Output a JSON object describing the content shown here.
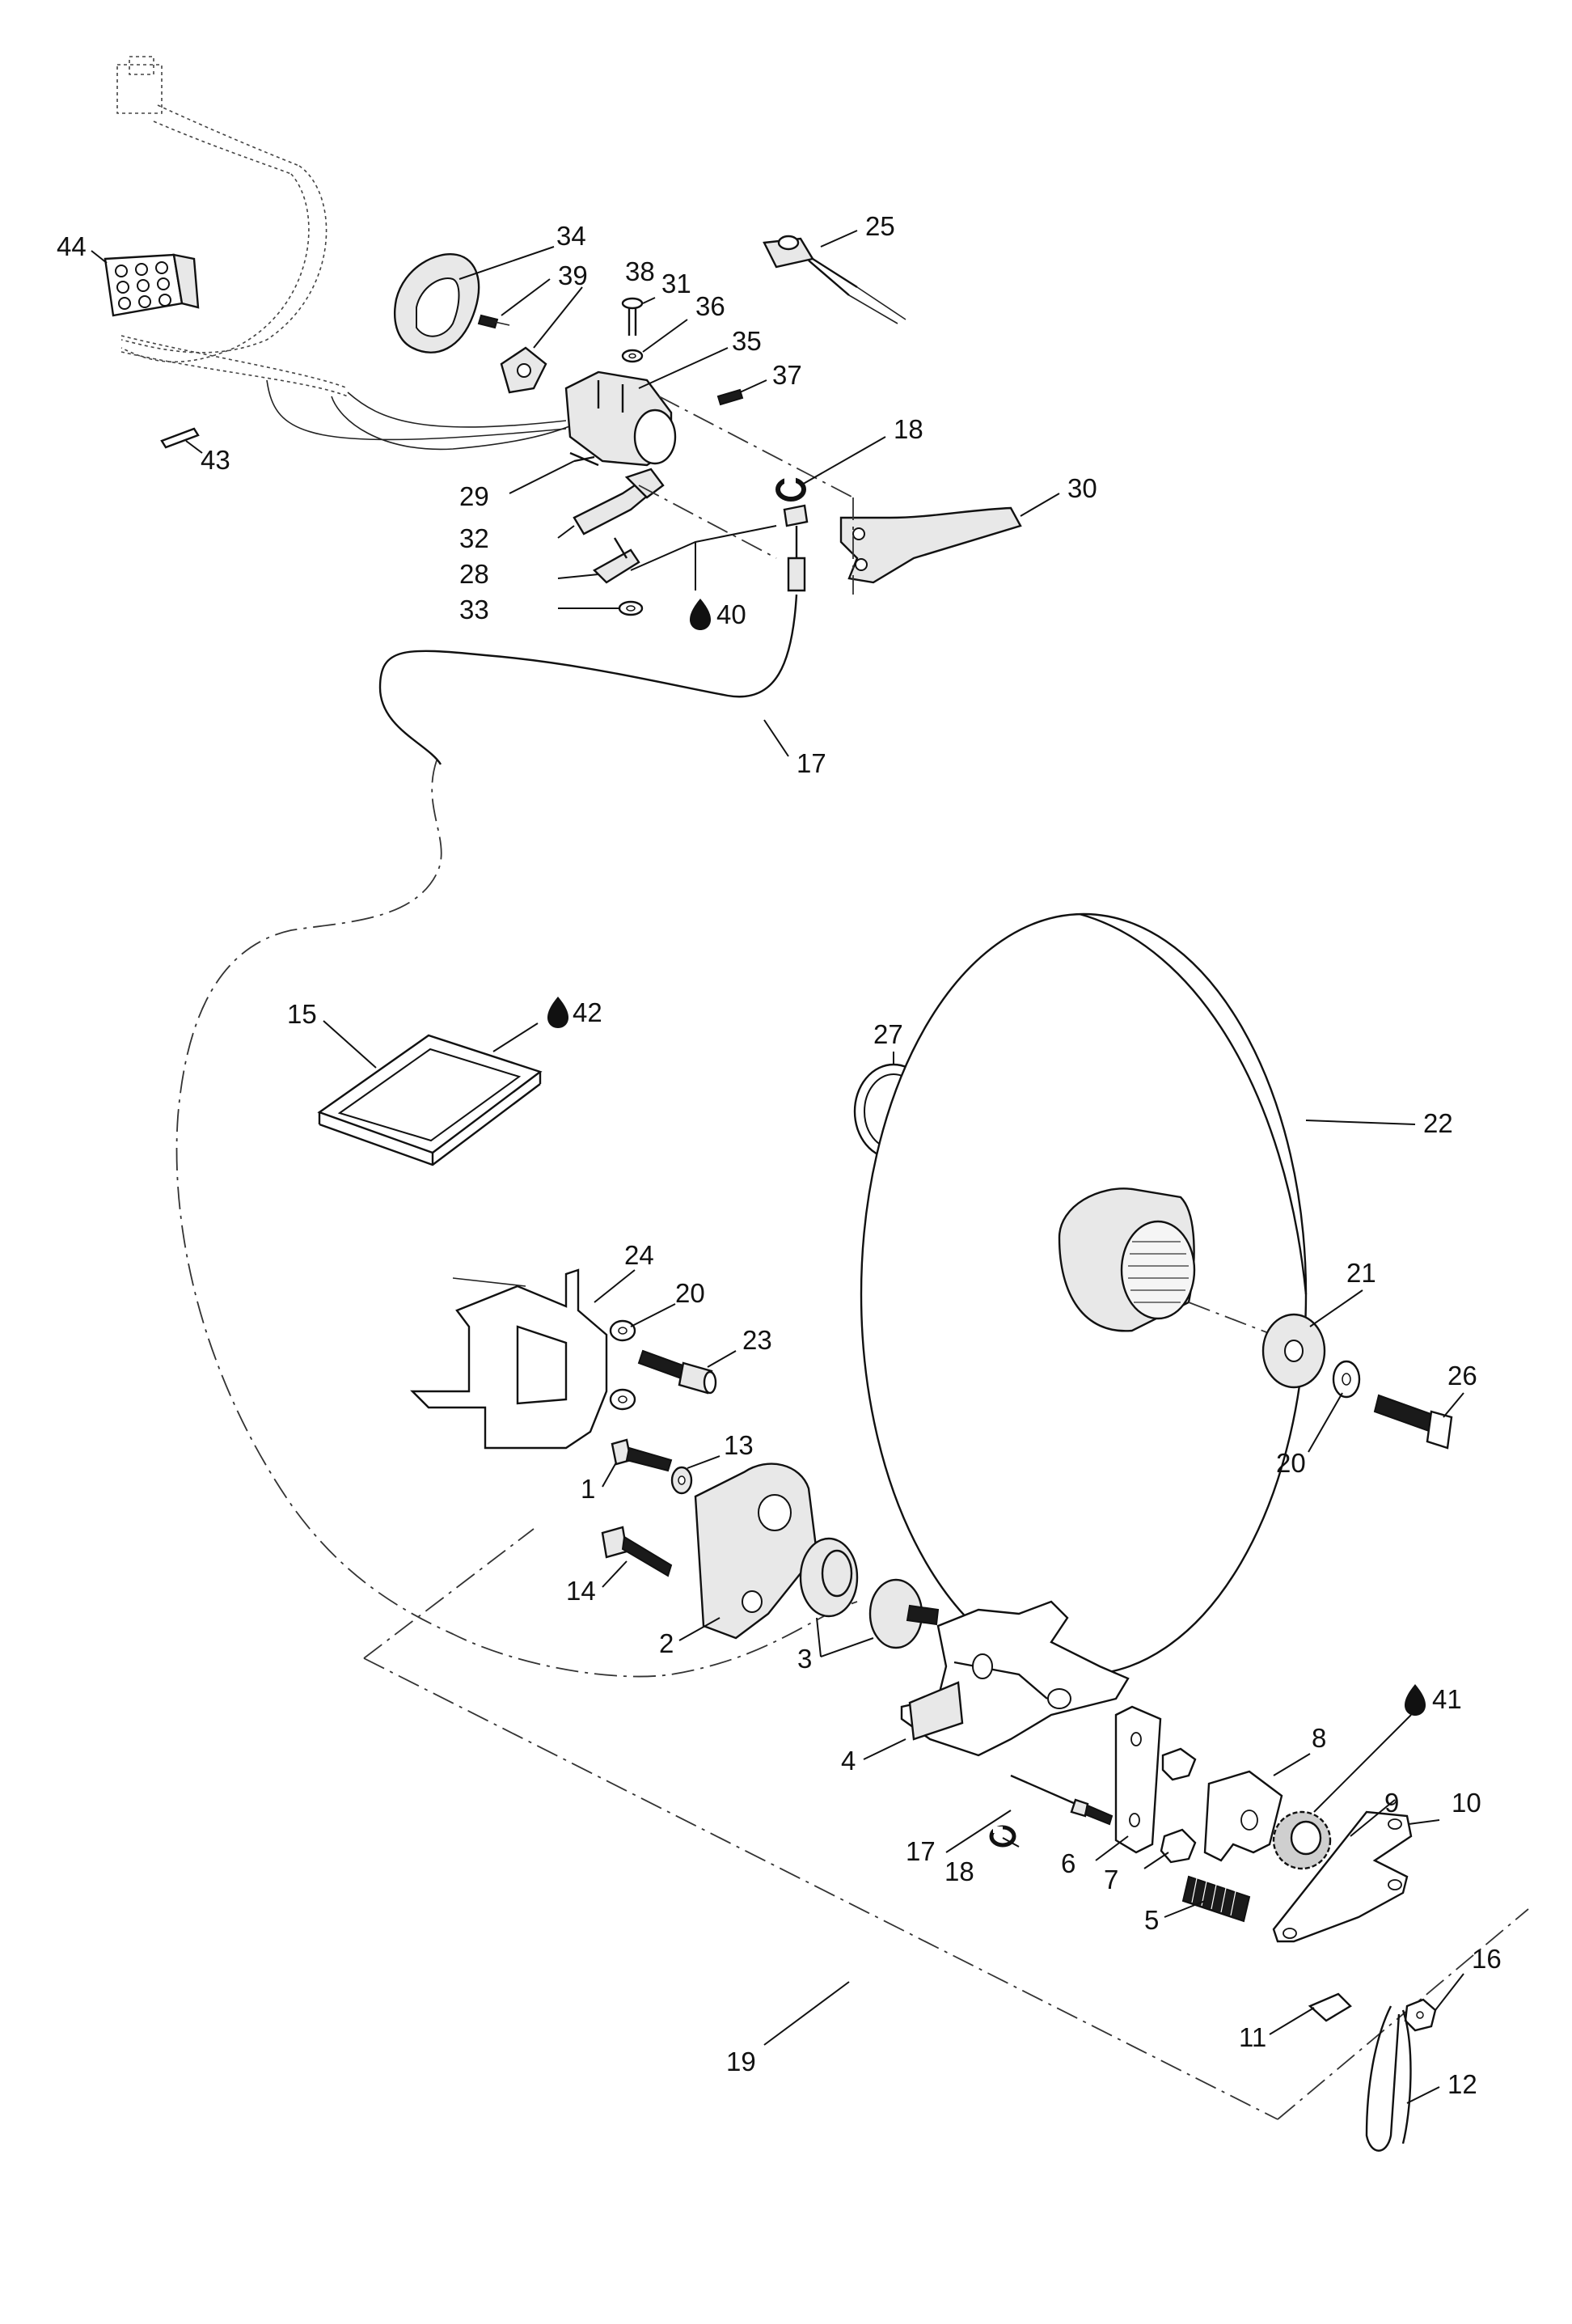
{
  "diagram": {
    "type": "exploded-parts-diagram",
    "callouts": [
      {
        "id": "c34",
        "label": "34"
      },
      {
        "id": "c25",
        "label": "25"
      },
      {
        "id": "c44",
        "label": "44"
      },
      {
        "id": "c39",
        "label": "39"
      },
      {
        "id": "c38",
        "label": "38"
      },
      {
        "id": "c31",
        "label": "31"
      },
      {
        "id": "c36",
        "label": "36"
      },
      {
        "id": "c35",
        "label": "35"
      },
      {
        "id": "c37",
        "label": "37"
      },
      {
        "id": "c43",
        "label": "43"
      },
      {
        "id": "c18a",
        "label": "18"
      },
      {
        "id": "c30",
        "label": "30"
      },
      {
        "id": "c29",
        "label": "29"
      },
      {
        "id": "c32",
        "label": "32"
      },
      {
        "id": "c28",
        "label": "28"
      },
      {
        "id": "c33",
        "label": "33"
      },
      {
        "id": "c40",
        "label": "40"
      },
      {
        "id": "c17a",
        "label": "17"
      },
      {
        "id": "c15",
        "label": "15"
      },
      {
        "id": "c42",
        "label": "42"
      },
      {
        "id": "c27",
        "label": "27"
      },
      {
        "id": "c22",
        "label": "22"
      },
      {
        "id": "c24",
        "label": "24"
      },
      {
        "id": "c20a",
        "label": "20"
      },
      {
        "id": "c23",
        "label": "23"
      },
      {
        "id": "c21",
        "label": "21"
      },
      {
        "id": "c26",
        "label": "26"
      },
      {
        "id": "c20b",
        "label": "20"
      },
      {
        "id": "c13",
        "label": "13"
      },
      {
        "id": "c1",
        "label": "1"
      },
      {
        "id": "c14",
        "label": "14"
      },
      {
        "id": "c2",
        "label": "2"
      },
      {
        "id": "c3",
        "label": "3"
      },
      {
        "id": "c41",
        "label": "41"
      },
      {
        "id": "c4",
        "label": "4"
      },
      {
        "id": "c8",
        "label": "8"
      },
      {
        "id": "c9",
        "label": "9"
      },
      {
        "id": "c10",
        "label": "10"
      },
      {
        "id": "c17b",
        "label": "17"
      },
      {
        "id": "c18b",
        "label": "18"
      },
      {
        "id": "c6",
        "label": "6"
      },
      {
        "id": "c7",
        "label": "7"
      },
      {
        "id": "c5",
        "label": "5"
      },
      {
        "id": "c16",
        "label": "16"
      },
      {
        "id": "c11",
        "label": "11"
      },
      {
        "id": "c12",
        "label": "12"
      },
      {
        "id": "c19",
        "label": "19"
      }
    ],
    "lubricant_icon": "oil-drop-icon"
  }
}
